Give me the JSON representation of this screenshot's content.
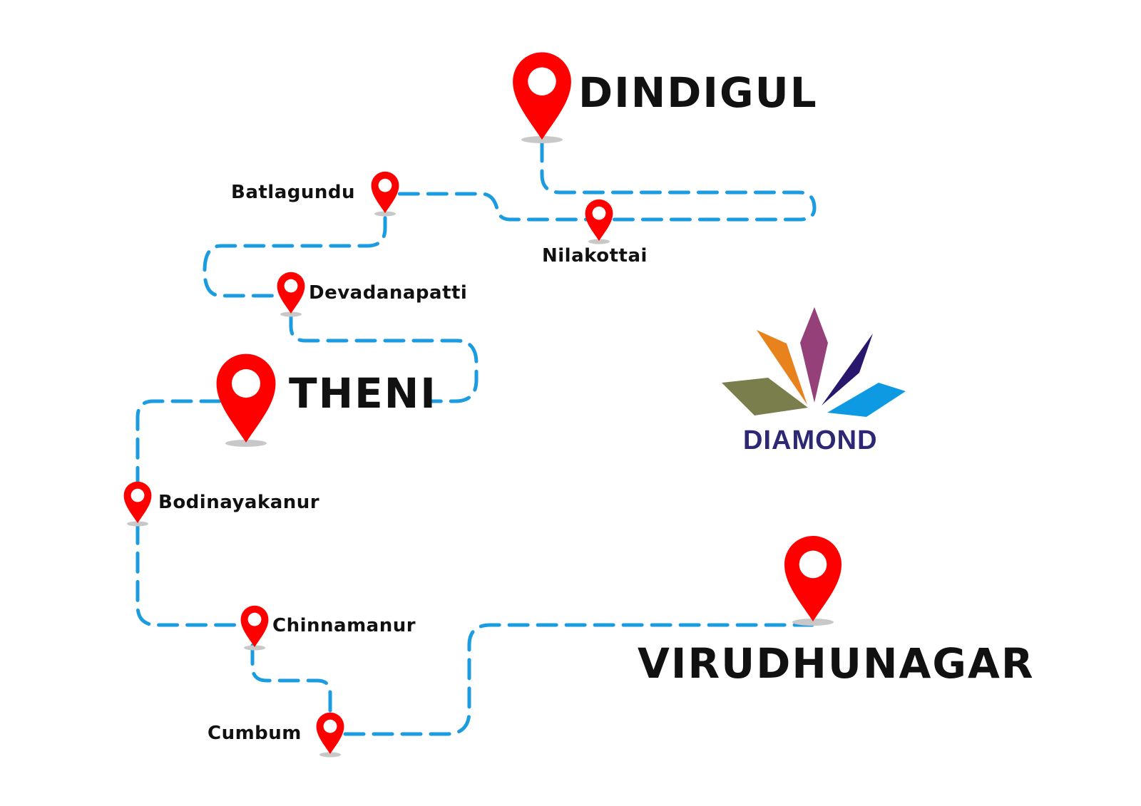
{
  "colors": {
    "route": "#1b9be0",
    "pin": "#ff0000",
    "shadow": "#c8c8c8",
    "logo_text": "#2c2873",
    "logo_petals": [
      "#7a7d4c",
      "#e8821c",
      "#96407a",
      "#28176d",
      "#0e9ae3"
    ]
  },
  "places": {
    "dindigul": "DINDIGUL",
    "nilakottai": "Nilakottai",
    "batlagundu": "Batlagundu",
    "devadanapatti": "Devadanapatti",
    "theni": "THENI",
    "bodinayakanur": "Bodinayakanur",
    "chinnamanur": "Chinnamanur",
    "cumbum": "Cumbum",
    "virudhunagar": "VIRUDHUNAGAR"
  },
  "logo": {
    "text": "DIAMOND",
    "icon": "lotus-diamond-icon"
  },
  "icons": {
    "pin": "map-pin-icon"
  }
}
